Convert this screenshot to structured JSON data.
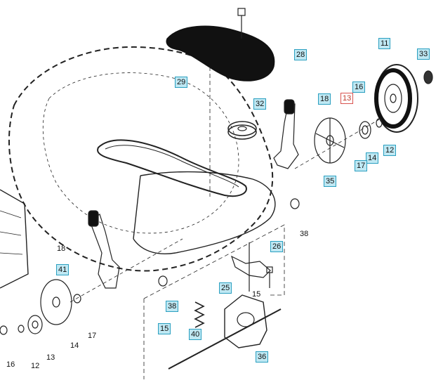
{
  "callouts": {
    "c11": "11",
    "c33": "33",
    "c28": "28",
    "c29": "29",
    "c16a": "16",
    "c13a": "13",
    "c18a": "18",
    "c32": "32",
    "c12a": "12",
    "c14a": "14",
    "c17a": "17",
    "c35": "35",
    "c38a": "38",
    "c18b": "18",
    "c41": "41",
    "c26": "26",
    "c25": "25",
    "c15a": "15",
    "c38b": "38",
    "c40": "40",
    "c15b": "15",
    "c36": "36",
    "c17b": "17",
    "c14b": "14",
    "c16b": "16",
    "c12b": "12",
    "c13b": "13"
  },
  "colors": {
    "callout_fill": "#bfe8f3",
    "callout_border": "#2a9fc0",
    "highlight_border": "#d9534f"
  }
}
